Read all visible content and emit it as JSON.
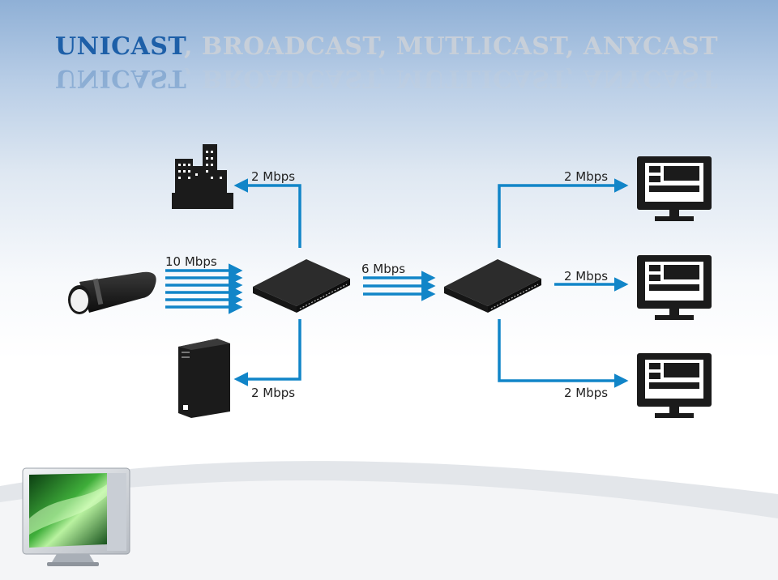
{
  "title": {
    "active": "UNICAST",
    "rest": ", BROADCAST, MUTLICAST, ANYCAST"
  },
  "colors": {
    "accent": "#1185c8",
    "title_active": "#1d5fa8",
    "title_rest": "#c7cfd9",
    "device": "#1b1b1b"
  },
  "diagram": {
    "source_rate": "10 Mbps",
    "trunk_rate": "6 Mbps",
    "to_building": "2 Mbps",
    "to_server": "2 Mbps",
    "to_monitor_1": "2 Mbps",
    "to_monitor_2": "2 Mbps",
    "to_monitor_3": "2 Mbps"
  },
  "icons": [
    "camera-icon",
    "building-icon",
    "server-icon",
    "switch-icon",
    "monitor-icon",
    "desktop-monitor-icon"
  ]
}
